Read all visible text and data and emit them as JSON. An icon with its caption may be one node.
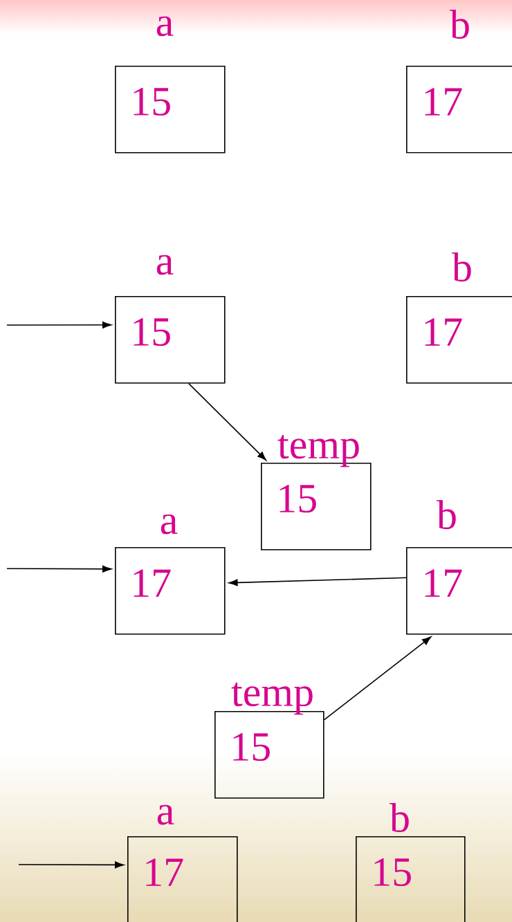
{
  "diagram": {
    "nodes": [
      {
        "text": [
          "a",
          "15"
        ]
      },
      {
        "text": [
          "b",
          "17"
        ]
      },
      {
        "text": [
          "a",
          "15"
        ]
      },
      {
        "text": [
          "b",
          "17"
        ]
      },
      {
        "text": [
          "temp",
          "15"
        ]
      },
      {
        "text": [
          "a",
          "17"
        ]
      },
      {
        "text": [
          "b",
          "17"
        ]
      },
      {
        "text": [
          "temp",
          "15"
        ]
      },
      {
        "text": [
          "a",
          "17"
        ]
      },
      {
        "text": [
          "b",
          "15"
        ]
      }
    ],
    "edges": [
      {
        "from": null,
        "to": 2,
        "arrow": "to"
      },
      {
        "from": 2,
        "to": 4,
        "arrow": "to"
      },
      {
        "from": null,
        "to": 5,
        "arrow": "to"
      },
      {
        "from": 6,
        "to": 5,
        "arrow": "to"
      },
      {
        "from": 7,
        "to": 6,
        "arrow": "to"
      },
      {
        "from": null,
        "to": 8,
        "arrow": "to"
      }
    ]
  }
}
